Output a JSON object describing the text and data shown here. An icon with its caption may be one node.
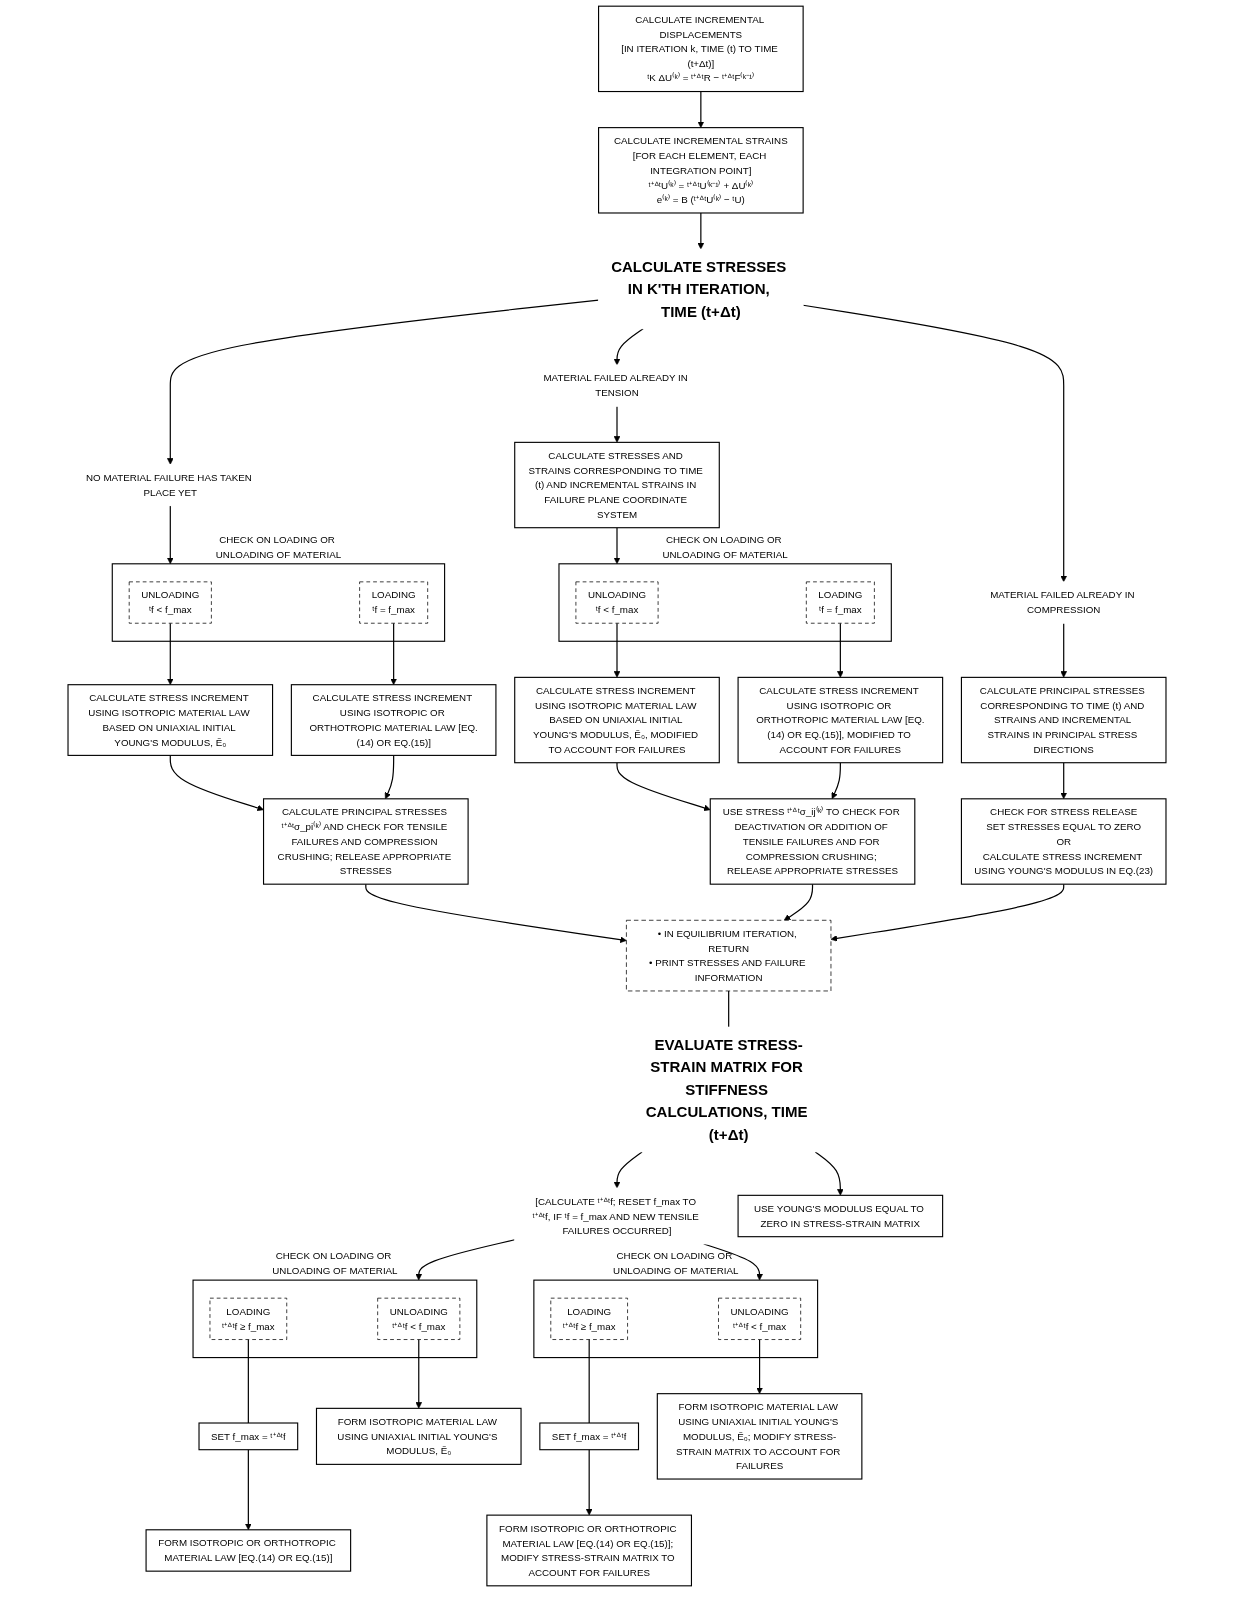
{
  "diagram": {
    "nodes": [
      {
        "text": [
          "CALCULATE INCREMENTAL DISPLACEMENTS",
          "[IN ITERATION k, TIME (t) TO TIME (t+Δt)]",
          "ᵗK ΔU⁽ᵏ⁾ = ᵗ⁺ᐞᵗR − ᵗ⁺ᐞᵗF⁽ᵏ⁻¹⁾"
        ]
      },
      {
        "text": [
          "CALCULATE INCREMENTAL STRAINS",
          "[FOR EACH ELEMENT, EACH INTEGRATION POINT]",
          "ᵗ⁺ᐞᵗU⁽ᵏ⁾ = ᵗ⁺ᐞᵗU⁽ᵏ⁻¹⁾ + ΔU⁽ᵏ⁾",
          "e⁽ᵏ⁾ = B (ᵗ⁺ᐞᵗU⁽ᵏ⁾ − ᵗU)"
        ]
      },
      {
        "text": [
          "CALCULATE STRESSES IN K'TH ITERATION, TIME (t+Δt)"
        ]
      },
      {
        "text": [
          "NO MATERIAL FAILURE HAS TAKEN PLACE YET"
        ]
      },
      {
        "text": [
          "MATERIAL FAILED ALREADY IN TENSION"
        ]
      },
      {
        "text": [
          "MATERIAL FAILED ALREADY IN COMPRESSION"
        ]
      },
      {
        "text": [
          "CHECK ON LOADING OR UNLOADING OF MATERIAL"
        ]
      },
      {
        "text": [
          "UNLOADING",
          "ᵗf < f_max"
        ],
        "in": 6
      },
      {
        "text": [
          "LOADING",
          "ᵗf = f_max"
        ],
        "in": 6
      },
      {
        "text": [
          "CALCULATE STRESS INCREMENT USING ISOTROPIC MATERIAL LAW BASED ON UNIAXIAL INITIAL YOUNG'S MODULUS, Ẽ₀"
        ]
      },
      {
        "text": [
          "CALCULATE STRESS INCREMENT USING ISOTROPIC OR ORTHOTROPIC MATERIAL LAW [EQ.(14) OR EQ.(15)]"
        ]
      },
      {
        "text": [
          "CALCULATE PRINCIPAL STRESSES ᵗ⁺ᐞᵗσ_pi⁽ᵏ⁾ AND CHECK FOR TENSILE FAILURES AND COMPRESSION CRUSHING; RELEASE APPROPRIATE STRESSES"
        ]
      },
      {
        "text": [
          "CALCULATE STRESSES AND STRAINS CORRESPONDING TO TIME (t) AND INCREMENTAL STRAINS IN FAILURE PLANE COORDINATE SYSTEM"
        ]
      },
      {
        "text": [
          "CHECK ON LOADING OR UNLOADING OF MATERIAL"
        ]
      },
      {
        "text": [
          "UNLOADING",
          "ᵗf < f_max"
        ],
        "in": 13
      },
      {
        "text": [
          "LOADING",
          "ᵗf = f_max"
        ],
        "in": 13
      },
      {
        "text": [
          "CALCULATE STRESS INCREMENT USING ISOTROPIC MATERIAL LAW BASED ON UNIAXIAL INITIAL YOUNG'S MODULUS, Ẽ₀, MODIFIED TO ACCOUNT FOR FAILURES"
        ]
      },
      {
        "text": [
          "CALCULATE STRESS INCREMENT USING ISOTROPIC OR ORTHOTROPIC MATERIAL LAW [EQ.(14) OR EQ.(15)], MODIFIED TO ACCOUNT FOR FAILURES"
        ]
      },
      {
        "text": [
          "USE STRESS ᵗ⁺ᐞᵗσ_ij⁽ᵏ⁾ TO CHECK FOR DEACTIVATION OR ADDITION OF TENSILE FAILURES AND FOR COMPRESSION CRUSHING; RELEASE APPROPRIATE STRESSES"
        ]
      },
      {
        "text": [
          "CALCULATE PRINCIPAL STRESSES CORRESPONDING TO TIME (t) AND STRAINS AND INCREMENTAL STRAINS IN PRINCIPAL STRESS DIRECTIONS"
        ]
      },
      {
        "text": [
          "CHECK FOR STRESS RELEASE",
          "SET STRESSES EQUAL TO ZERO",
          "OR",
          "CALCULATE STRESS INCREMENT USING YOUNG'S MODULUS IN EQ.(23)"
        ]
      },
      {
        "text": [
          "• IN EQUILIBRIUM ITERATION, RETURN",
          "• PRINT STRESSES AND FAILURE INFORMATION"
        ]
      },
      {
        "text": [
          "EVALUATE STRESS-STRAIN MATRIX FOR STIFFNESS CALCULATIONS, TIME (t+Δt)"
        ]
      },
      {
        "text": [
          "[CALCULATE ᵗ⁺ᐞᵗf; RESET f_max TO ᵗ⁺ᐞᵗf, IF ᵗf = f_max AND NEW TENSILE FAILURES OCCURRED]"
        ]
      },
      {
        "text": [
          "CHECK ON LOADING OR UNLOADING OF MATERIAL"
        ]
      },
      {
        "text": [
          "UNLOADING",
          "ᵗ⁺ᐞᵗf < f_max"
        ],
        "in": 24
      },
      {
        "text": [
          "LOADING",
          "ᵗ⁺ᐞᵗf ≥ f_max"
        ],
        "in": 24
      },
      {
        "text": [
          "SET f_max = ᵗ⁺ᐞᵗf"
        ]
      },
      {
        "text": [
          "FORM ISOTROPIC MATERIAL LAW USING UNIAXIAL INITIAL YOUNG'S MODULUS, Ẽ₀"
        ]
      },
      {
        "text": [
          "FORM ISOTROPIC OR ORTHOTROPIC MATERIAL LAW [EQ.(14) OR EQ.(15)]"
        ]
      },
      {
        "text": [
          "CHECK ON LOADING OR UNLOADING OF MATERIAL"
        ]
      },
      {
        "text": [
          "UNLOADING",
          "ᵗ⁺ᐞᵗf < f_max"
        ],
        "in": 30
      },
      {
        "text": [
          "LOADING",
          "ᵗ⁺ᐞᵗf ≥ f_max"
        ],
        "in": 30
      },
      {
        "text": [
          "SET f_max = ᵗ⁺ᐞᵗf"
        ]
      },
      {
        "text": [
          "FORM ISOTROPIC MATERIAL LAW USING UNIAXIAL INITIAL YOUNG'S MODULUS, Ẽ₀; MODIFY STRESS-STRAIN MATRIX TO ACCOUNT FOR FAILURES"
        ]
      },
      {
        "text": [
          "FORM ISOTROPIC OR ORTHOTROPIC MATERIAL LAW [EQ.(14) OR EQ.(15)]; MODIFY STRESS-STRAIN MATRIX TO ACCOUNT FOR FAILURES"
        ]
      },
      {
        "text": [
          "USE YOUNG'S MODULUS EQUAL TO ZERO IN STRESS-STRAIN MATRIX"
        ]
      }
    ],
    "edges": [
      {
        "from": 0,
        "to": 1,
        "arrow": "to"
      },
      {
        "from": 1,
        "to": 2,
        "arrow": "to"
      },
      {
        "from": 2,
        "to": 3,
        "arrow": "to"
      },
      {
        "from": 2,
        "to": 4,
        "arrow": "to"
      },
      {
        "from": 2,
        "to": 5,
        "arrow": "to"
      },
      {
        "from": 3,
        "to": 6,
        "arrow": "to"
      },
      {
        "from": 7,
        "to": 9,
        "arrow": "to"
      },
      {
        "from": 8,
        "to": 10,
        "arrow": "to"
      },
      {
        "from": 9,
        "to": 11,
        "arrow": "to"
      },
      {
        "from": 10,
        "to": 11,
        "arrow": "to"
      },
      {
        "from": 4,
        "to": 12,
        "arrow": "to"
      },
      {
        "from": 12,
        "to": 13,
        "arrow": "to"
      },
      {
        "from": 14,
        "to": 16,
        "arrow": "to"
      },
      {
        "from": 15,
        "to": 17,
        "arrow": "to"
      },
      {
        "from": 16,
        "to": 18,
        "arrow": "to"
      },
      {
        "from": 17,
        "to": 18,
        "arrow": "to"
      },
      {
        "from": 5,
        "to": 19,
        "arrow": "to"
      },
      {
        "from": 19,
        "to": 20,
        "arrow": "to"
      },
      {
        "from": 11,
        "to": 21,
        "arrow": "to"
      },
      {
        "from": 18,
        "to": 21,
        "arrow": "to"
      },
      {
        "from": 20,
        "to": 21,
        "arrow": "to"
      },
      {
        "from": 21,
        "to": 22,
        "arrow": "none"
      },
      {
        "from": 22,
        "to": 23,
        "arrow": "to"
      },
      {
        "from": 22,
        "to": 36,
        "arrow": "to"
      },
      {
        "from": 23,
        "to": 24,
        "arrow": "to"
      },
      {
        "from": 23,
        "to": 30,
        "arrow": "to"
      },
      {
        "from": 25,
        "to": 28,
        "arrow": "to"
      },
      {
        "from": 26,
        "to": 27,
        "arrow": "none"
      },
      {
        "from": 27,
        "to": 29,
        "arrow": "to"
      },
      {
        "from": 31,
        "to": 34,
        "arrow": "to"
      },
      {
        "from": 32,
        "to": 33,
        "arrow": "none"
      },
      {
        "from": 33,
        "to": 35,
        "arrow": "to"
      }
    ]
  }
}
